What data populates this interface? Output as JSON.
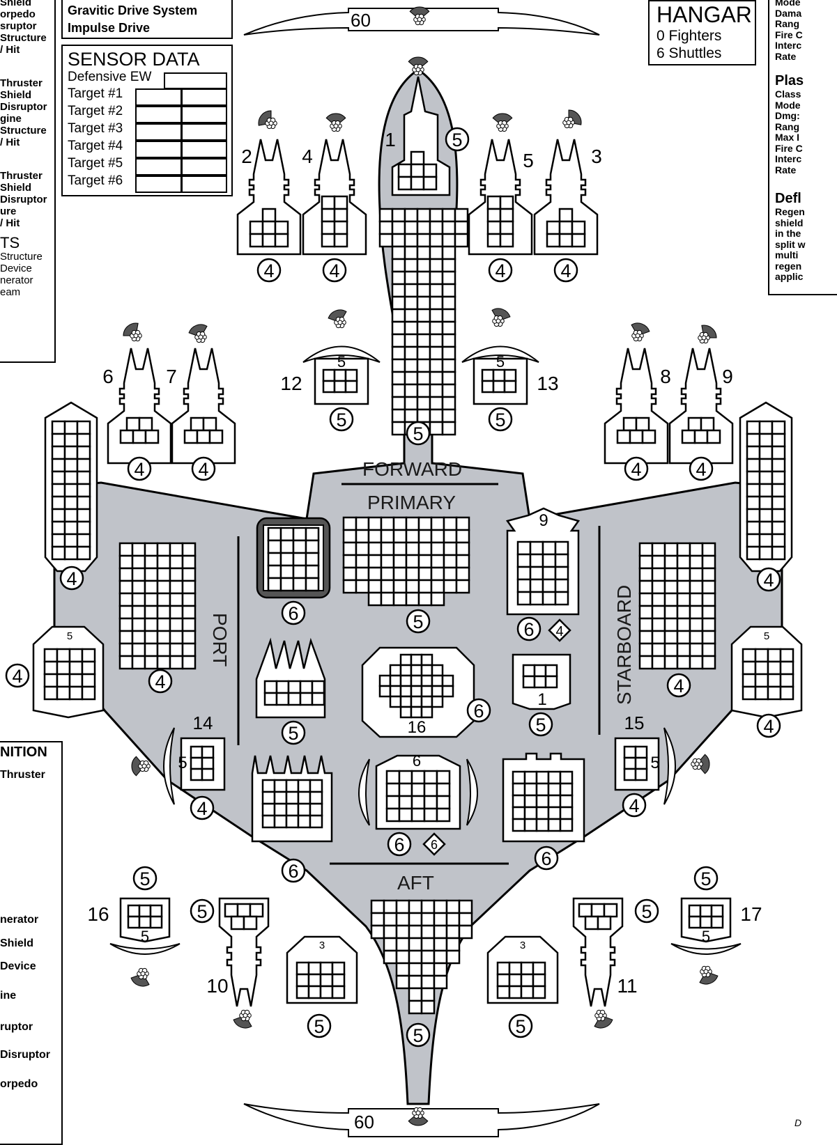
{
  "sheet": {
    "drive_lines": [
      "Gravitic Drive System",
      "Impulse Drive"
    ],
    "sensor": {
      "title": "SENSOR DATA",
      "defensive_ew": "Defensive EW",
      "targets": [
        "Target #1",
        "Target #2",
        "Target #3",
        "Target #4",
        "Target #5",
        "Target #6"
      ]
    },
    "hangar": {
      "title": "HANGAR",
      "fighters": "0 Fighters",
      "shuttles": "6 Shuttles"
    },
    "left_list_1": [
      "Shield",
      "orpedo",
      "sruptor",
      "Structure",
      "/ Hit"
    ],
    "left_list_2": [
      "Thruster",
      "Shield",
      "Disruptor",
      "gine",
      "Structure",
      "/ Hit"
    ],
    "left_list_3": [
      "Thruster",
      "Shield",
      "Disruptor",
      "ure",
      "/ Hit"
    ],
    "left_list_4_title": "TS",
    "left_list_4": [
      "Structure",
      "Device",
      "nerator",
      "eam"
    ],
    "recognition_title": "NITION",
    "recognition_items": [
      "Thruster",
      "nerator",
      "Shield",
      "Device",
      "ine",
      "ruptor",
      "Disruptor",
      "orpedo"
    ],
    "right_weapon_1": [
      "Mode",
      "Dama",
      "Rang",
      "Fire C",
      "Interc",
      "Rate"
    ],
    "right_weapon_2_title": "Plas",
    "right_weapon_2": [
      "Class",
      "Mode",
      "Dmg:",
      "Rang",
      "Max I",
      "Fire C",
      "Interc",
      "Rate"
    ],
    "right_deflector_title": "Defl",
    "right_deflector": [
      "Regen",
      "shield",
      "in the",
      "split w",
      "multi",
      "regen",
      "applic"
    ],
    "footer_fragment": "D"
  },
  "ship": {
    "section_labels": {
      "forward": "FORWARD",
      "primary": "PRIMARY",
      "port": "PORT",
      "starboard": "STARBOARD",
      "aft": "AFT"
    },
    "thrust_forward": "60",
    "thrust_aft": "60",
    "weapon_numbers": [
      "1",
      "2",
      "3",
      "4",
      "5",
      "6",
      "7",
      "8",
      "9",
      "10",
      "11",
      "12",
      "13",
      "14",
      "15",
      "16",
      "17"
    ],
    "armor_values": [
      "4",
      "5",
      "6"
    ],
    "port_14": "14",
    "star_15": "15"
  }
}
